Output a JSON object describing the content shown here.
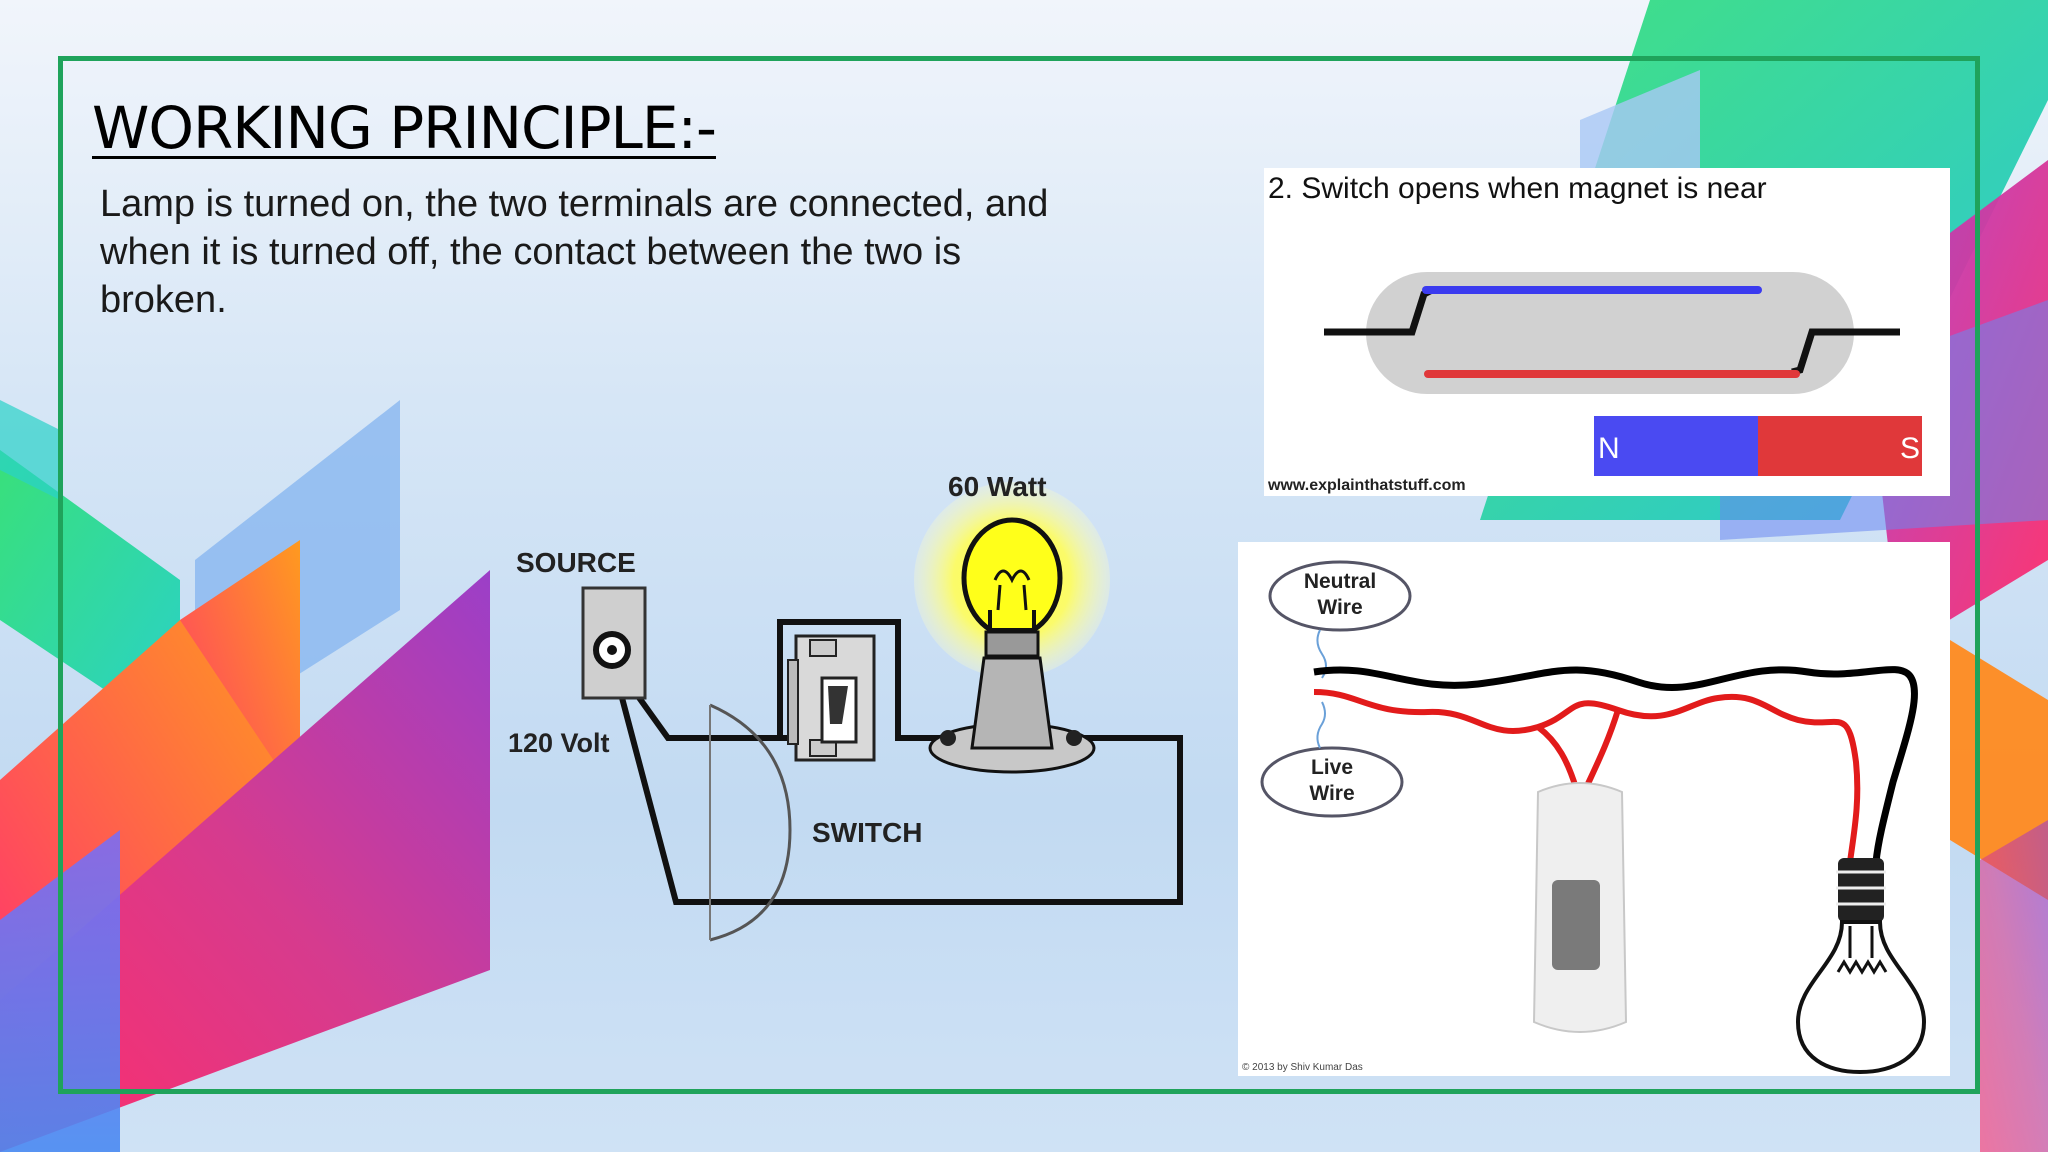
{
  "slide": {
    "title": "WORKING PRINCIPLE:-",
    "body": "Lamp is turned on, the two terminals are connected, and when it is turned off, the contact between the two is broken."
  },
  "circuit_diagram": {
    "source_label": "SOURCE",
    "voltage_label": "120 Volt",
    "wattage_label": "60 Watt",
    "switch_label": "SWITCH"
  },
  "reed_switch_diagram": {
    "caption": "2. Switch opens when magnet is near",
    "magnet_north": "N",
    "magnet_south": "S",
    "source_url": "www.explainthatstuff.com",
    "colors": {
      "north": "#4a4af2",
      "south": "#e0383a"
    }
  },
  "lamp_wiring_diagram": {
    "neutral_label_line1": "Neutral",
    "neutral_label_line2": "Wire",
    "live_label_line1": "Live",
    "live_label_line2": "Wire",
    "credit": "© 2013 by Shiv Kumar Das",
    "colors": {
      "neutral": "#000000",
      "live": "#e21b1b"
    }
  },
  "theme": {
    "frame_color": "#1fa35b"
  }
}
